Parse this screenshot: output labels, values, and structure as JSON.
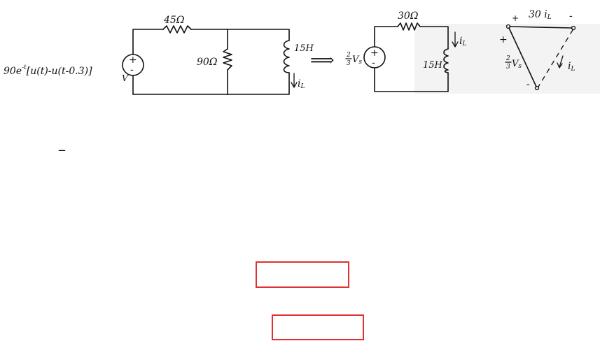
{
  "left_circuit": {
    "source_label": "90e",
    "source_exponent": "-t",
    "source_tail": "[u(t)-u(t-0.3)]",
    "source_unit": "V",
    "plus_sign": "+",
    "minus_sign": "-",
    "series_resistor": "45Ω",
    "shunt_resistor": "90Ω",
    "inductor": "15H",
    "current_label": "i",
    "current_subscript": "L"
  },
  "arrow_symbol": "⟹",
  "middle_circuit": {
    "source_label_num": "2",
    "source_label_den": "3",
    "source_label_var": "V",
    "source_label_sub": "s",
    "plus_sign": "+",
    "minus_sign": "-",
    "resistor": "30Ω",
    "inductor": "15H",
    "current_label": "i",
    "current_subscript": "L"
  },
  "right_graph": {
    "top_label": "30 i",
    "top_label_sub": "L",
    "top_plus": "+",
    "top_minus": "-",
    "left_plus": "+",
    "left_minus": "-",
    "side_label_num": "2",
    "side_label_den": "3",
    "side_label_var": "V",
    "side_label_sub": "s",
    "right_label": "i",
    "right_label_sub": "L"
  },
  "underline_mark": "_",
  "colors": {
    "ink": "#111111",
    "answer_box_border": "#e03030"
  }
}
